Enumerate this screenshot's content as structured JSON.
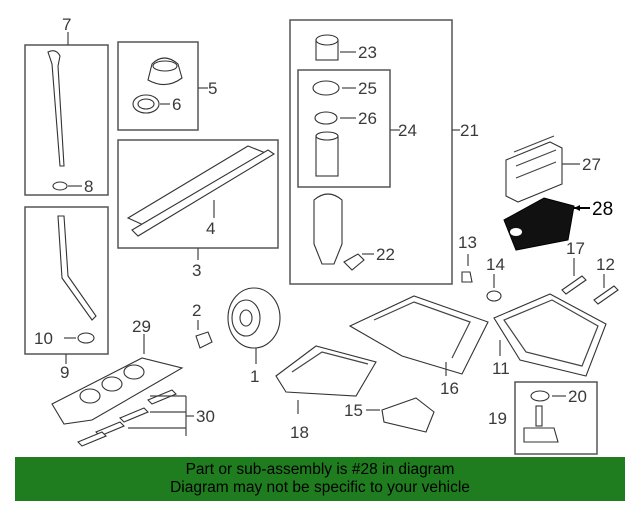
{
  "callouts": {
    "c1": "1",
    "c2": "2",
    "c3": "3",
    "c4": "4",
    "c5": "5",
    "c6": "6",
    "c7": "7",
    "c8": "8",
    "c9": "9",
    "c10": "10",
    "c11": "11",
    "c12": "12",
    "c13": "13",
    "c14": "14",
    "c15": "15",
    "c16": "16",
    "c17": "17",
    "c18": "18",
    "c19": "19",
    "c20": "20",
    "c21": "21",
    "c22": "22",
    "c23": "23",
    "c24": "24",
    "c25": "25",
    "c26": "26",
    "c27": "27",
    "c28": "28",
    "c29": "29",
    "c30": "30"
  },
  "highlighted_part": "28",
  "highlight_color": "#1f7d1f",
  "banner": {
    "line1": "Part or sub-assembly is #28 in diagram",
    "line2": "Diagram may not be specific to your vehicle"
  }
}
